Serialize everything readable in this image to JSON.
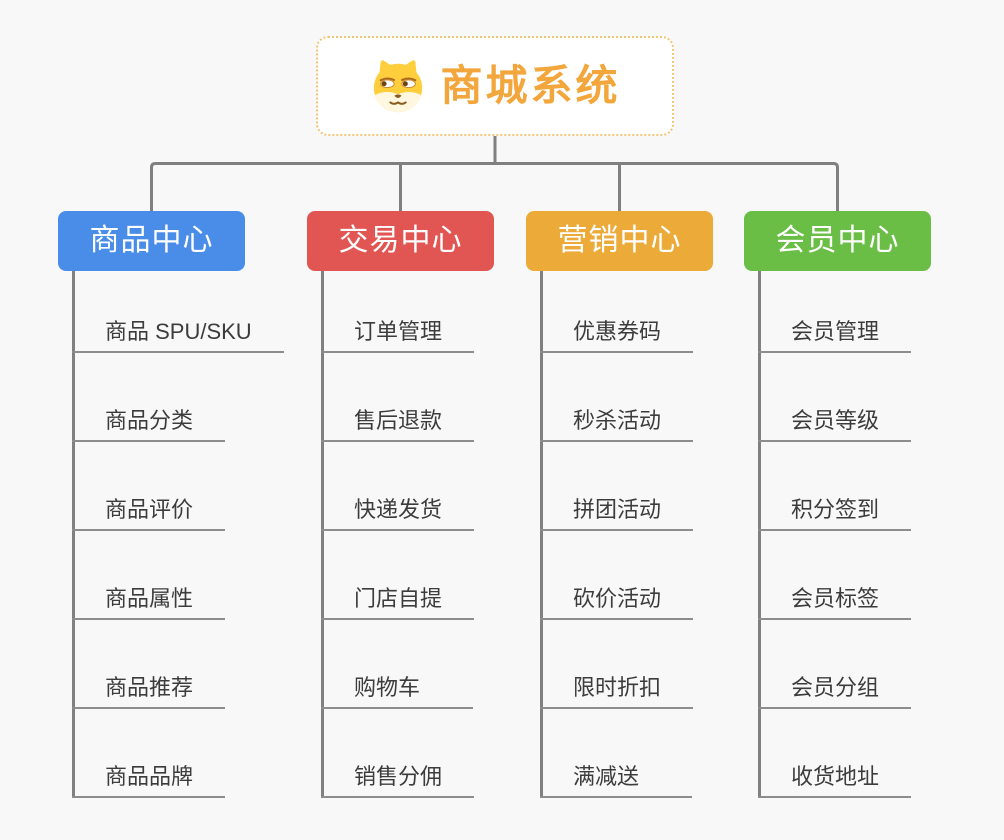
{
  "canvas": {
    "background": "#f8f8f8",
    "connector_color": "#808080",
    "underline_color": "#8d8d8d"
  },
  "root": {
    "title": "商城系统",
    "icon": "dog-face-icon",
    "title_color": "#f2a63b",
    "border_color": "#f3c478"
  },
  "branches": [
    {
      "label": "商品中心",
      "color": "#4a8de9",
      "children": [
        "商品 SPU/SKU",
        "商品分类",
        "商品评价",
        "商品属性",
        "商品推荐",
        "商品品牌"
      ]
    },
    {
      "label": "交易中心",
      "color": "#e15653",
      "children": [
        "订单管理",
        "售后退款",
        "快递发货",
        "门店自提",
        "购物车",
        "销售分佣"
      ]
    },
    {
      "label": "营销中心",
      "color": "#ecaa39",
      "children": [
        "优惠券码",
        "秒杀活动",
        "拼团活动",
        "砍价活动",
        "限时折扣",
        "满减送"
      ]
    },
    {
      "label": "会员中心",
      "color": "#6abd45",
      "children": [
        "会员管理",
        "会员等级",
        "积分签到",
        "会员标签",
        "会员分组",
        "收货地址"
      ]
    }
  ]
}
